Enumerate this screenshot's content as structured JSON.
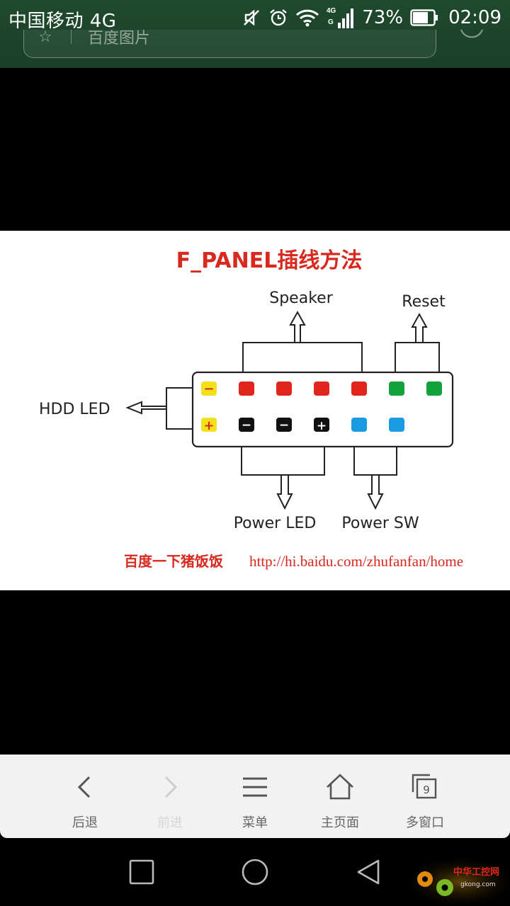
{
  "status_bar": {
    "carrier": "中国移动 4G",
    "network_badge": "4G",
    "battery_percent": "73%",
    "time": "02:09",
    "icons": [
      "mute-icon",
      "alarm-icon",
      "wifi-icon",
      "signal-icon",
      "battery-icon"
    ]
  },
  "address_bar": {
    "text": "百度图片"
  },
  "image": {
    "title": "F_PANEL插线方法",
    "labels": {
      "speaker": "Speaker",
      "reset": "Reset",
      "hdd_led": "HDD LED",
      "power_led": "Power LED",
      "power_sw": "Power SW"
    },
    "credit_cn": "百度一下猪饭饭",
    "credit_url": "http://hi.baidu.com/zhufanfan/home",
    "pins_top_colors": [
      "#f2e11a",
      "#e0261d",
      "#e0261d",
      "#e0261d",
      "#e0261d",
      "#12a13a",
      "#12a13a"
    ],
    "pins_bottom_colors": [
      "#f2e11a",
      "#111111",
      "#111111",
      "#111111",
      "#1a9ae0",
      "#1a9ae0"
    ],
    "pin_symbols_top": [
      "−",
      "",
      "",
      "",
      "",
      "",
      ""
    ],
    "pin_symbols_bottom": [
      "+",
      "−",
      "−",
      "+",
      "",
      ""
    ]
  },
  "toolbar": {
    "back": "后退",
    "forward": "前进",
    "menu": "菜单",
    "home": "主页面",
    "windows": "多窗口",
    "window_count": "9"
  },
  "watermark": {
    "text_cn": "中华工控网",
    "text_url": "gkong.com"
  }
}
